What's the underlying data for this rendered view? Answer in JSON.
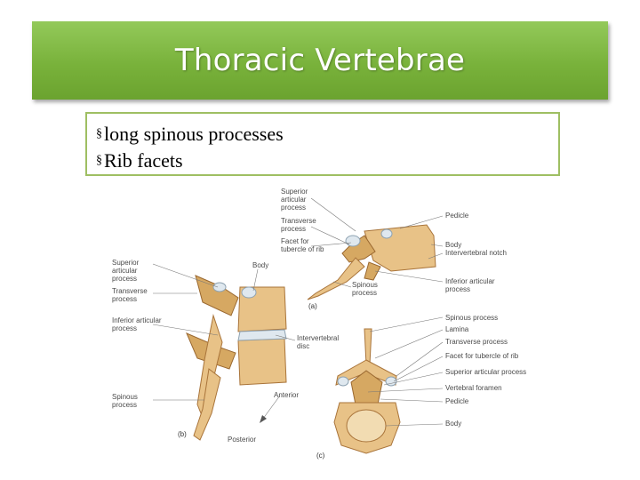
{
  "slide": {
    "title": "Thoracic Vertebrae",
    "bullets": [
      "long spinous processes",
      "Rib facets"
    ],
    "bullet_marker": "§"
  },
  "figure": {
    "labels_a": {
      "superior": "Superior",
      "articular": "articular",
      "process1": "process",
      "transverse": "Transverse",
      "process2": "process",
      "facet_for": "Facet for",
      "tubercle": "tubercle of rib",
      "pedicle": "Pedicle",
      "body": "Body",
      "intervertebral_notch": "Intervertebral notch",
      "spinous": "Spinous",
      "process3": "process",
      "inferior_articular": "Inferior articular",
      "process4": "process",
      "panel": "(a)"
    },
    "labels_b": {
      "superior": "Superior",
      "articular": "articular",
      "process1": "process",
      "transverse": "Transverse",
      "process2": "process",
      "inferior_articular": "Inferior articular",
      "process3": "process",
      "body": "Body",
      "intervertebral": "Intervertebral",
      "disc": "disc",
      "spinous": "Spinous",
      "process4": "process",
      "anterior": "Anterior",
      "posterior": "Posterior",
      "panel": "(b)"
    },
    "labels_c": {
      "spinous_process": "Spinous process",
      "lamina": "Lamina",
      "transverse_process": "Transverse process",
      "facet_tubercle": "Facet for tubercle of rib",
      "superior_articular": "Superior articular process",
      "vertebral_foramen": "Vertebral foramen",
      "pedicle": "Pedicle",
      "body": "Body",
      "panel": "(c)"
    }
  }
}
